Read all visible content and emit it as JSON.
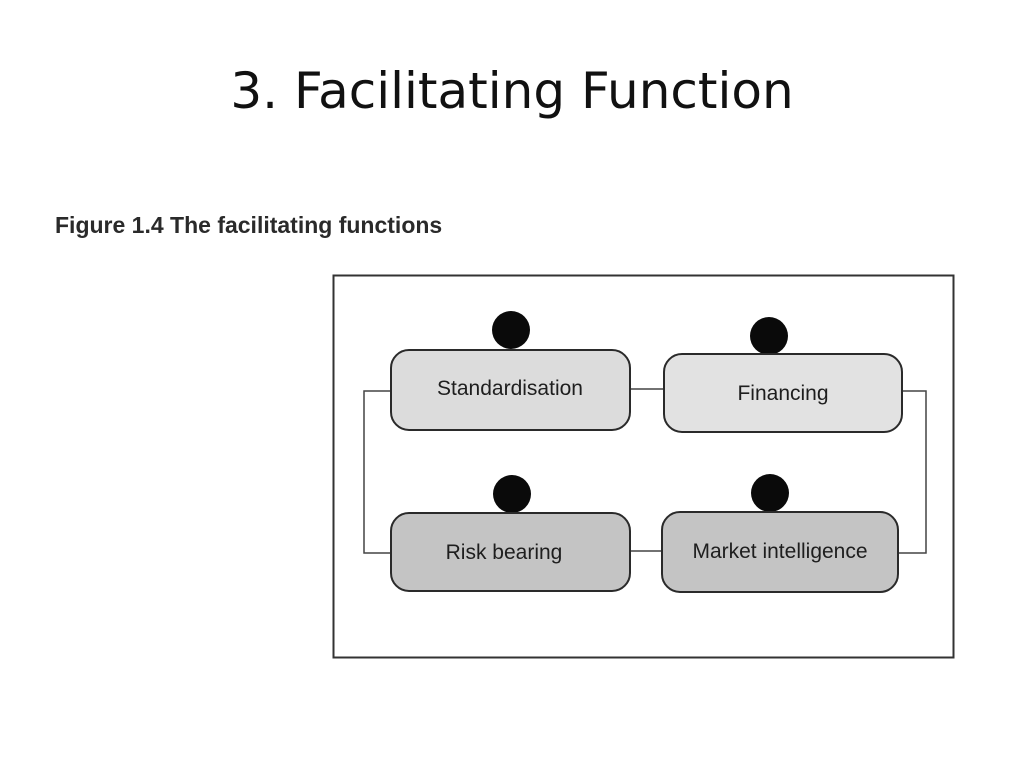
{
  "slide": {
    "title": "3. Facilitating Function"
  },
  "figure": {
    "caption": "Figure 1.4 The facilitating functions"
  },
  "diagram": {
    "nodes": [
      {
        "id": "standardisation",
        "label": "Standardisation",
        "fill": "#dcdcdc"
      },
      {
        "id": "financing",
        "label": "Financing",
        "fill": "#e2e2e2"
      },
      {
        "id": "risk-bearing",
        "label": "Risk bearing",
        "fill": "#c4c4c4"
      },
      {
        "id": "market-intelligence",
        "label": "Market intelligence",
        "fill": "#c4c4c4"
      }
    ],
    "colors": {
      "frame": "#333333",
      "connector": "#444444",
      "dot": "#0a0a0a"
    }
  }
}
